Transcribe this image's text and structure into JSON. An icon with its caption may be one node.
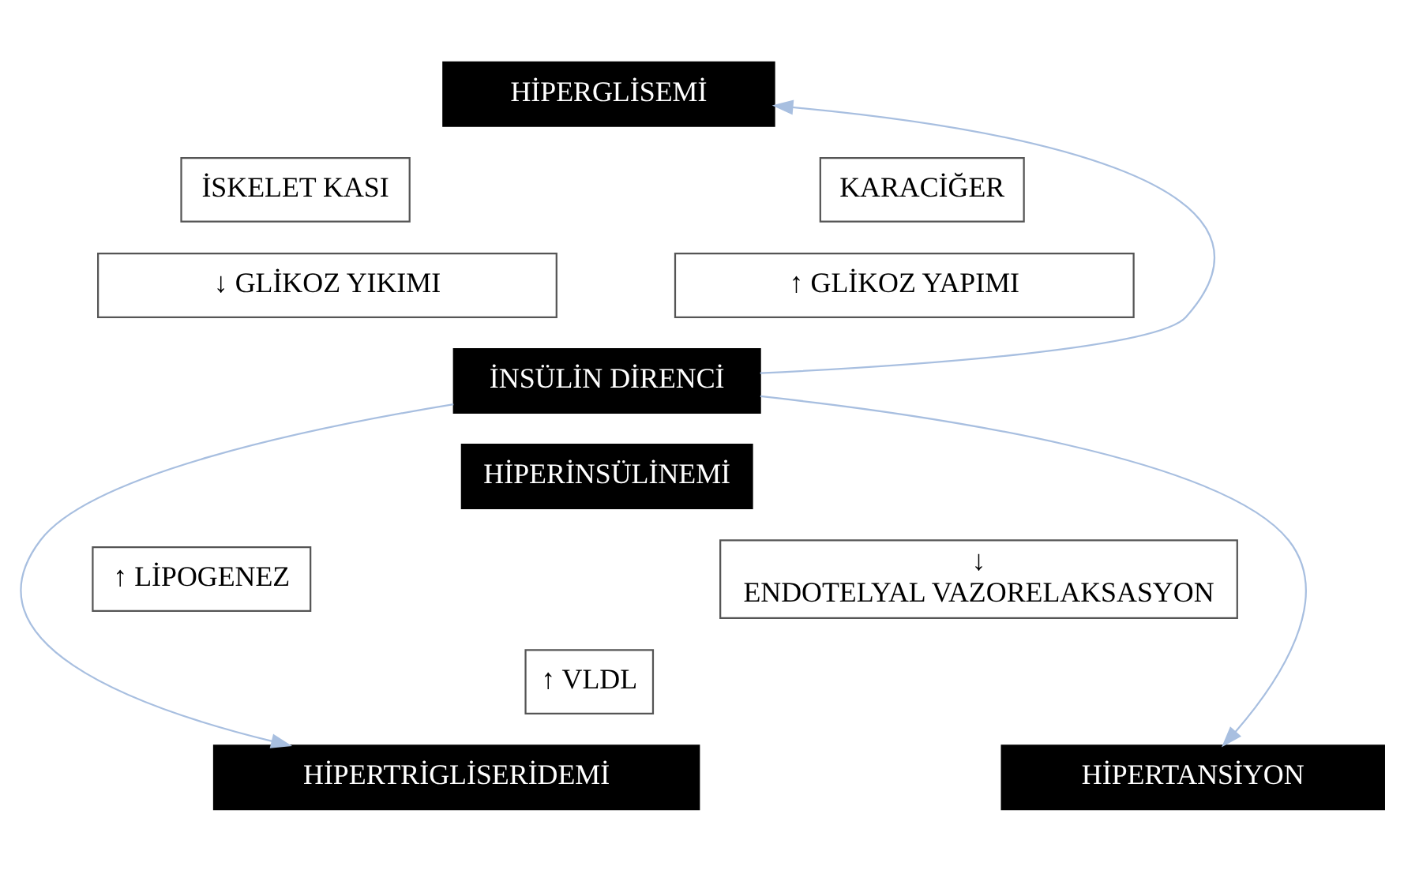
{
  "diagram": {
    "nodes": [
      {
        "text": [
          "HİPERGLİSEMİ"
        ]
      },
      {
        "text": [
          "İSKELET KASI"
        ]
      },
      {
        "text": [
          "↓ GLİKOZ YIKIMI"
        ]
      },
      {
        "text": [
          "KARACİĞER"
        ]
      },
      {
        "text": [
          "↑ GLİKOZ YAPIMI"
        ]
      },
      {
        "text": [
          "İNSÜLİN DİRENCİ"
        ]
      },
      {
        "text": [
          "HİPERİNSÜLİNEMİ"
        ]
      },
      {
        "text": [
          "↑ LİPOGENEZ"
        ]
      },
      {
        "text": [
          "↑ VLDL"
        ]
      },
      {
        "text": [
          "↓ ENDOTELYAL VAZORELAKSASYON"
        ]
      },
      {
        "text": [
          "HİPERTRİGLİSERİDEMİ"
        ]
      },
      {
        "text": [
          "HİPERTANSİYON"
        ]
      }
    ],
    "edges": [
      {
        "from": 5,
        "to": 0,
        "arrow": "to",
        "color": "#a8bfe0"
      },
      {
        "from": 5,
        "to": 10,
        "arrow": "to",
        "color": "#a8bfe0"
      },
      {
        "from": 5,
        "to": 11,
        "arrow": "to",
        "color": "#a8bfe0"
      }
    ]
  }
}
